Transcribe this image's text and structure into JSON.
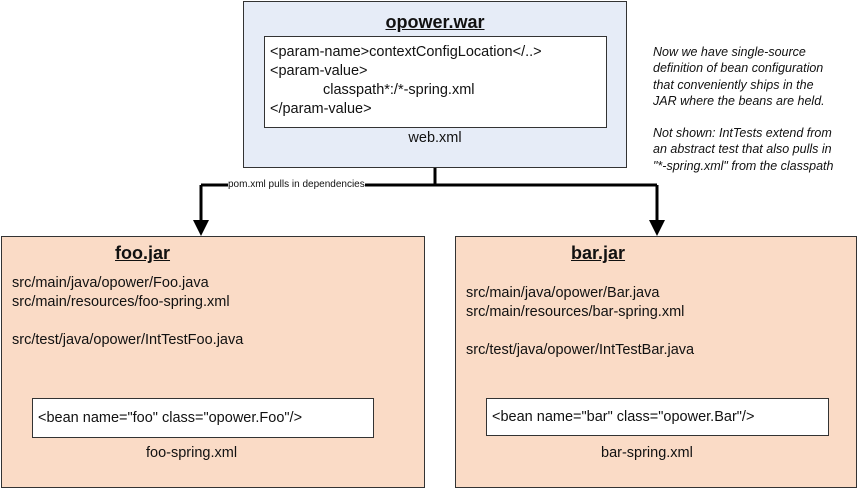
{
  "war": {
    "title": "opower.war",
    "lines": [
      "<param-name>contextConfigLocation</..>",
      "<param-value>",
      "classpath*:/*-spring.xml",
      "</param-value>"
    ],
    "file_label": "web.xml"
  },
  "notes": {
    "para1": [
      "Now we have single-source",
      "definition of bean configuration",
      "that conveniently ships in the",
      "JAR where the beans are held."
    ],
    "para2": [
      "Not shown: IntTests extend from",
      "an abstract test that also pulls in",
      "\"*-spring.xml\" from the classpath"
    ]
  },
  "connector_label": "pom.xml pulls in dependencies",
  "foo": {
    "title": "foo.jar",
    "paths": [
      "src/main/java/opower/Foo.java",
      "src/main/resources/foo-spring.xml",
      "src/test/java/opower/IntTestFoo.java"
    ],
    "bean": "<bean name=\"foo\" class=\"opower.Foo\"/>",
    "file_label": "foo-spring.xml"
  },
  "bar": {
    "title": "bar.jar",
    "paths": [
      "src/main/java/opower/Bar.java",
      "src/main/resources/bar-spring.xml",
      "src/test/java/opower/IntTestBar.java"
    ],
    "bean": "<bean name=\"bar\" class=\"opower.Bar\"/>",
    "file_label": "bar-spring.xml"
  }
}
